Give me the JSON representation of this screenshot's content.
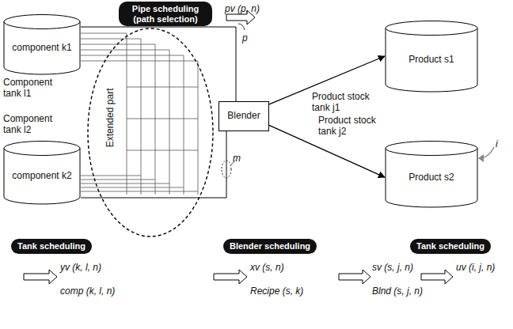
{
  "diagram": {
    "nodes": [
      {
        "text": [
          "Pipe scheduling (path selection)"
        ]
      },
      {
        "text": [
          "component k1",
          "Component tank l1"
        ]
      },
      {
        "text": [
          "component k2",
          "Component tank l2"
        ]
      },
      {
        "text": [
          "Extended part"
        ]
      },
      {
        "text": [
          "Blender"
        ]
      },
      {
        "text": [
          "Product s1",
          "Product stock tank j1"
        ]
      },
      {
        "text": [
          "Product s2",
          "Product stock tank j2"
        ]
      },
      {
        "text": [
          "Tank scheduling"
        ]
      },
      {
        "text": [
          "Blender scheduling"
        ]
      },
      {
        "text": [
          "Tank scheduling"
        ]
      }
    ],
    "edges": [
      {
        "from": 4,
        "to": 5,
        "arrow": "to"
      },
      {
        "from": 4,
        "to": 6,
        "arrow": "to"
      },
      {
        "from": 1,
        "to": 4,
        "arrow": "none"
      },
      {
        "from": 2,
        "to": 4,
        "arrow": "none"
      }
    ],
    "labels": [
      "pv (p, n)",
      "p",
      "m",
      "i",
      "yv (k, l, n)",
      "comp (k, l, n)",
      "xv (s, n)",
      "Recipe (s, k)",
      "sv (s, j, n)",
      "Blnd (s, j, n)",
      "uv (i, j, n)"
    ]
  }
}
